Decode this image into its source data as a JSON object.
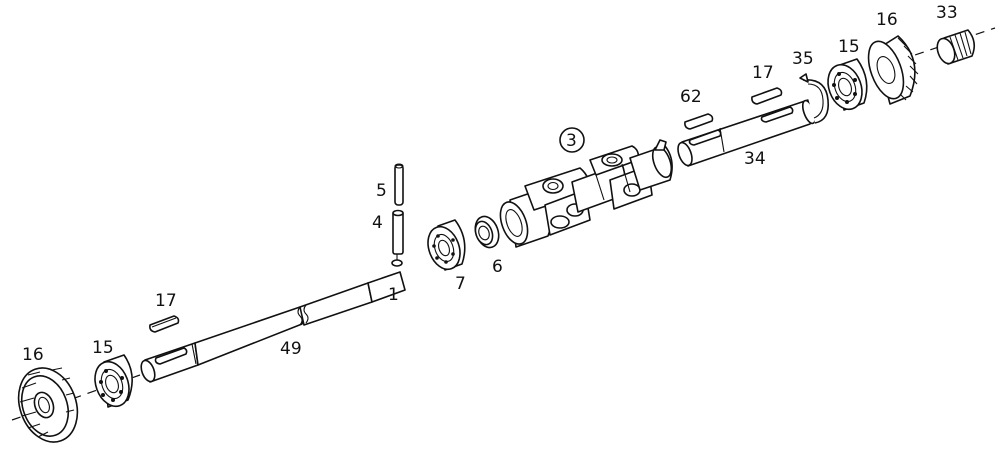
{
  "labels": {
    "gear_left": "16",
    "bearing_left": "15",
    "key_left": "17",
    "shaft_long": "49",
    "pin_upper": "5",
    "pin_lower": "4",
    "marker_1": "1",
    "bearing_7": "7",
    "ring_6": "6",
    "assembly_3": "3",
    "key_62": "62",
    "key_right": "17",
    "shaft_34": "34",
    "circlip_35": "35",
    "bearing_right": "15",
    "gear_right": "16",
    "needle_33": "33"
  }
}
